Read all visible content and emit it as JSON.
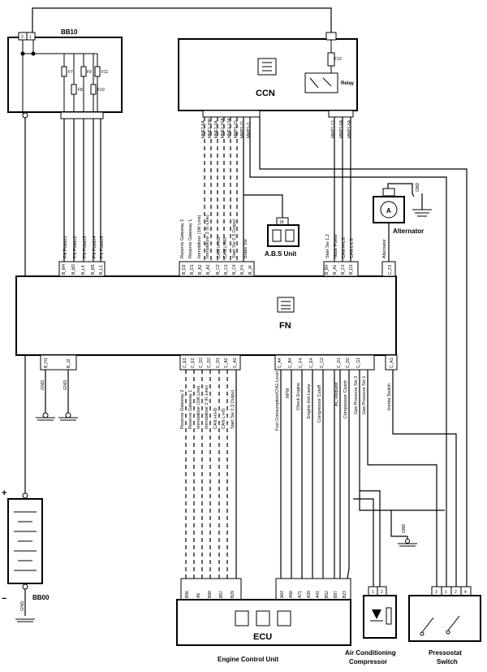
{
  "labels": {
    "bb10": "BB10",
    "ccn": "CCN",
    "relay": "Relay",
    "f10": "F10",
    "fn": "FN",
    "abs_unit": "A.B.S Unit",
    "abs_pin": "18",
    "alternator": "Alternator",
    "alt_symbol": "A",
    "ecu": "ECU",
    "ecu_full": "Engine Control Unit",
    "bb00": "BB00",
    "ac_compressor_1": "Air Conditioning",
    "ac_compressor_2": "Compressor",
    "pressostat_1": "Pressostat",
    "pressostat_2": "Switch",
    "plus": "+",
    "minus": "−",
    "gnd": "GND"
  },
  "bb10_pins": [
    "2",
    "1"
  ],
  "bb10_fuses": [
    "F7",
    "F8",
    "F9",
    "F10",
    "F11"
  ],
  "ccn_left_pins": [
    "MNE1-5A",
    "MNE1-20P",
    "MNE1-2A",
    "MNE1-15A",
    "MNE1-12A",
    "MMP1-13",
    "MMP1-11",
    "MMP1-3"
  ],
  "ccn_right_pins": [
    "MMP1-13",
    "MMP1-6A",
    "MMP1-5A"
  ],
  "fn_top_bb10": {
    "pins": [
      "B_M4",
      "B_M2",
      "B_L4",
      "B_M1",
      "B_L1"
    ],
    "signals": [
      "FN Power1",
      "FN Power2",
      "FN Power3",
      "FN Power4",
      "FN Power5"
    ]
  },
  "fn_top_mid": {
    "pins": [
      "B_D2",
      "B_D1",
      "B_A2",
      "B_A3",
      "B_C2",
      "B_C1",
      "B_C4",
      "B_F4",
      "B_J4"
    ],
    "signals": [
      "Reserve Gateway 2",
      "Reserve Gateway 1",
      "Immobilizer (1W Line)",
      "Immobilizer 2 (K-Line)",
      "CAN H-HS",
      "CAN L-HS",
      "Start Sw 2,3 Output",
      "Brake Sw"
    ]
  },
  "fn_top_right": {
    "pins": [
      "B_B4",
      "B_A1",
      "B_C1",
      "B_D1"
    ],
    "signals": [
      "Start Sw 1,2",
      "Node Power",
      "CAN H-LS",
      "CAN L-LS"
    ]
  },
  "fn_top_alt": {
    "pin": "C_F2",
    "signal": "Alternator"
  },
  "fn_bottom_gnd": {
    "pins": [
      "B_H1",
      "B_J2"
    ],
    "signals": [
      "GND",
      "GND"
    ]
  },
  "fn_bottom_mid": {
    "pins": [
      "C_E3",
      "C_E2",
      "C_D3",
      "C_D2",
      "C_D1",
      "C_A2",
      "C_A3"
    ],
    "signals": [
      "Reserve Gateway 2",
      "Reserve Gateway 1",
      "Immobilizer (1W Line)",
      "Immobilizer 2 (K-Line)",
      "CAN H-HS",
      "CAN L-HS",
      "Start Sw 2,3 Output"
    ]
  },
  "fn_bottom_right": {
    "pins": [
      "C_A4",
      "C_B4",
      "C_F4",
      "C_E4",
      "C_C2",
      "C_D1",
      "C_D2",
      "C_G1",
      "C_A1"
    ],
    "signals": [
      "Fuel Consumption/CNG Level",
      "RPM",
      "Check Engine",
      "Engine Hot Lamp",
      "Compressor Cutoff",
      "AC Request",
      "Compressor Clutch",
      "Gas Pressure Sw 2",
      "Gas Pressure Sw 1",
      "Inertia Switch"
    ]
  },
  "ecu_left_pins": [
    "B56",
    "A6",
    "B88",
    "B57",
    "B29"
  ],
  "ecu_right_pins": [
    "A64",
    "A58",
    "A71",
    "A39",
    "A41",
    "B52",
    "B87",
    "B23"
  ],
  "ac_pins": [
    "1",
    "2"
  ],
  "pressostat_pins": [
    "3",
    "1",
    "2",
    "4"
  ]
}
